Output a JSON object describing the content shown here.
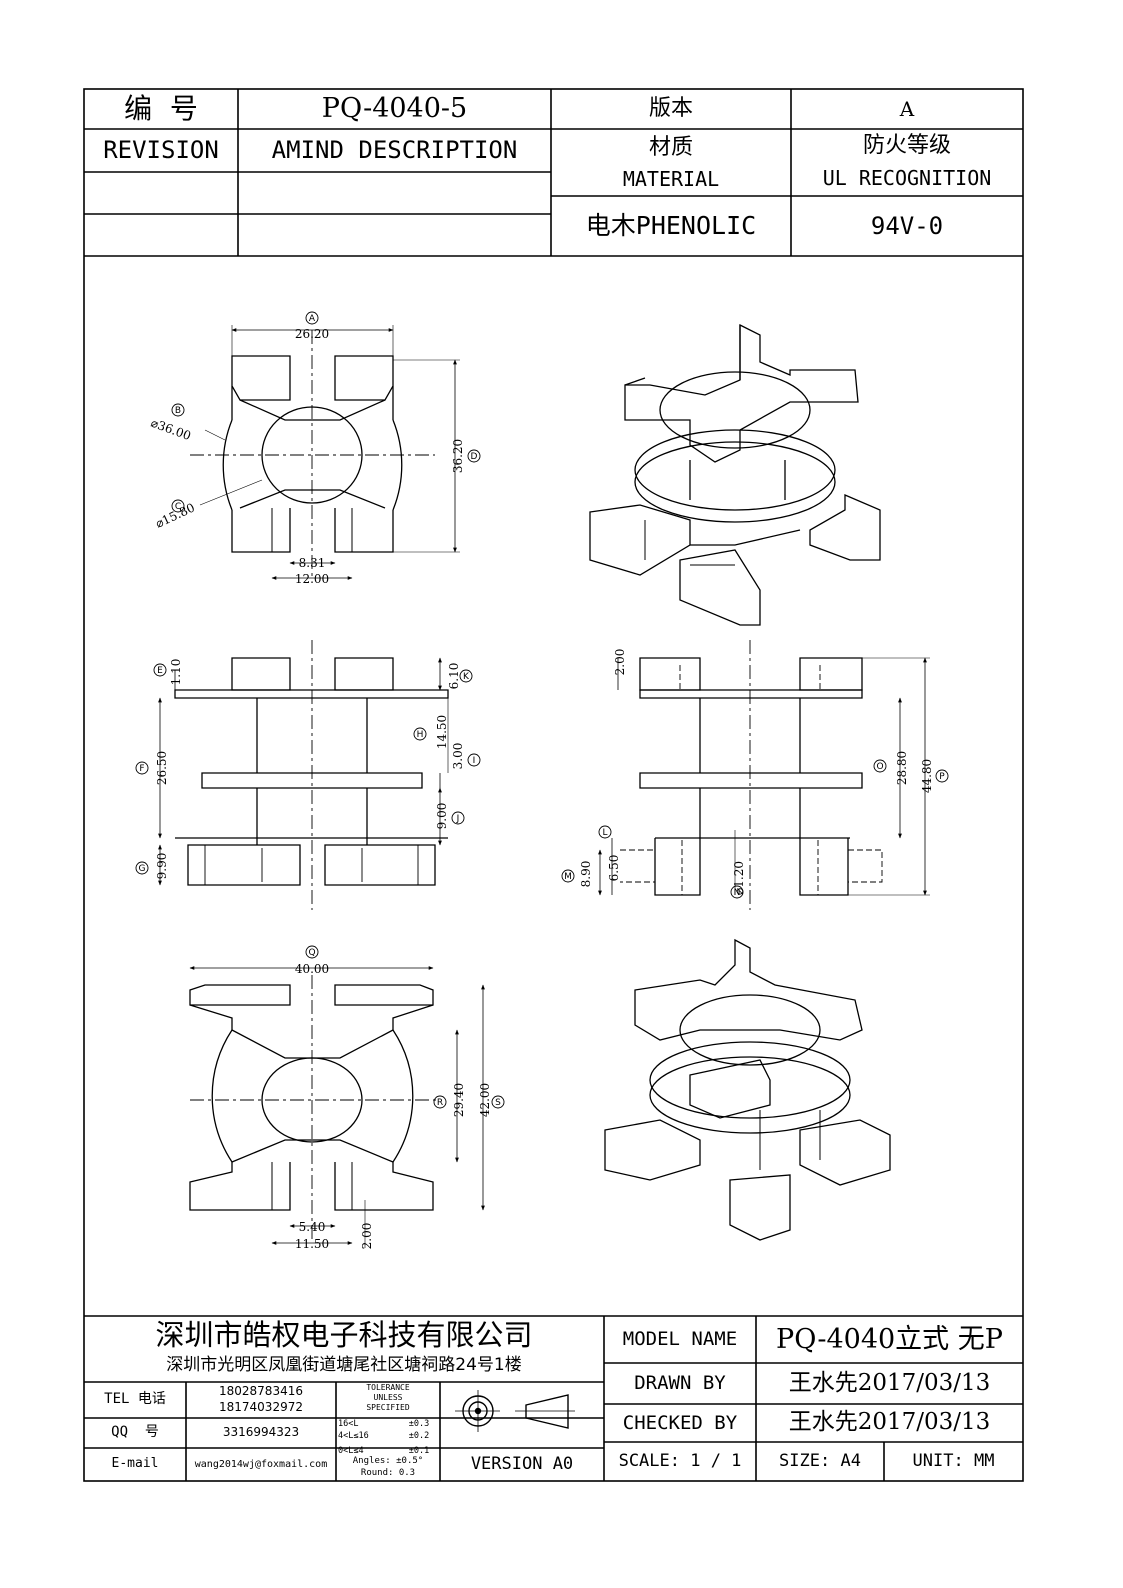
{
  "header": {
    "number_label": "编  号",
    "number_value": "PQ-4040-5",
    "version_label": "版本",
    "version_value": "A",
    "revision_label": "REVISION",
    "description_label": "AMIND DESCRIPTION",
    "material_label_cn": "材质",
    "material_label_en": "MATERIAL",
    "ul_label_cn": "防火等级",
    "ul_label_en": "UL RECOGNITION",
    "material_value": "电木PHENOLIC",
    "ul_value": "94V-0"
  },
  "dimensions": {
    "top_view": {
      "a_width": "26.20",
      "b_diameter": "⌀36.00",
      "c_diameter": "⌀15.80",
      "d_height": "36.20",
      "slot_inner": "8.31",
      "slot_outer": "12.00",
      "callouts": [
        "A",
        "B",
        "C",
        "D"
      ]
    },
    "front_view": {
      "e_value": "1.10",
      "f_value": "26.50",
      "g_value": "9.90",
      "h_value": "14.50",
      "i_value": "3.00",
      "j_value": "9.00",
      "k_value": "6.10",
      "callouts": [
        "E",
        "F",
        "G",
        "H",
        "I",
        "J",
        "K"
      ]
    },
    "side_view": {
      "top_value": "2.00",
      "l_value": "6.50",
      "m_value": "8.90",
      "n_value": "⌀1.20",
      "o_value": "28.80",
      "p_value": "44.80",
      "callouts": [
        "L",
        "M",
        "N",
        "O",
        "P"
      ]
    },
    "bottom_view": {
      "q_width": "40.00",
      "r_height": "29.40",
      "s_height": "42.00",
      "slot_inner": "5.40",
      "slot_outer": "11.50",
      "step": "2.00",
      "callouts": [
        "Q",
        "R",
        "S"
      ]
    }
  },
  "title_block": {
    "company_name": "深圳市皓权电子科技有限公司",
    "company_address": "深圳市光明区凤凰街道塘尾社区塘祠路24号1楼",
    "tel_label": "TEL 电话",
    "tel_values": [
      "18028783416",
      "18174032972"
    ],
    "qq_label": "QQ  号",
    "qq_value": "3316994323",
    "email_label": "E-mail",
    "email_value": "wang2014wj@foxmail.com",
    "tolerance_header": [
      "TOLERANCE",
      "UNLESS",
      "SPECIFIED"
    ],
    "tolerance_rows": [
      [
        "16<L",
        "±0.3"
      ],
      [
        "4<L≤16",
        "±0.2"
      ],
      [
        "0<L≤4",
        "±0.1"
      ]
    ],
    "tolerance_angles": "Angles: ±0.5°",
    "tolerance_round": "Round: 0.3",
    "version": "VERSION A0",
    "model_name_label": "MODEL NAME",
    "model_name_value": "PQ-4040立式 无P",
    "drawn_by_label": "DRAWN BY",
    "drawn_by_value": "王水先2017/03/13",
    "checked_by_label": "CHECKED BY",
    "checked_by_value": "王水先2017/03/13",
    "scale": "SCALE: 1 / 1",
    "size": "SIZE: A4",
    "unit": "UNIT: MM"
  }
}
